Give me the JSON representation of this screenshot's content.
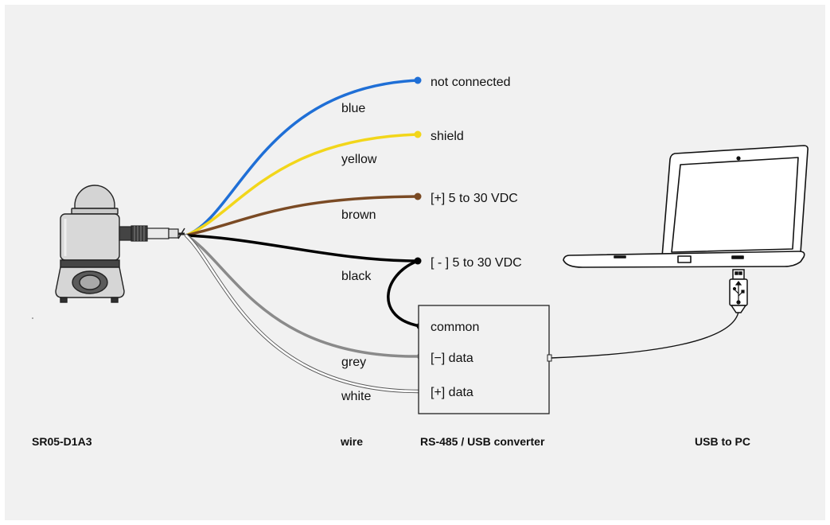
{
  "colors": {
    "background": "#f1f1f1",
    "blue": "#1f6fd6",
    "yellow": "#f2d61a",
    "brown": "#7a4a24",
    "black": "#000000",
    "grey": "#8a8a8a",
    "white": "#ffffff"
  },
  "wires": [
    {
      "name": "blue",
      "label": "blue",
      "terminal": "not connected"
    },
    {
      "name": "yellow",
      "label": "yellow",
      "terminal": "shield"
    },
    {
      "name": "brown",
      "label": "brown",
      "terminal": "[+] 5 to 30 VDC"
    },
    {
      "name": "black",
      "label": "black",
      "terminal": "[ - ] 5 to 30 VDC"
    },
    {
      "name": "grey",
      "label": "grey",
      "terminal": "[−] data"
    },
    {
      "name": "white",
      "label": "white",
      "terminal": "[+] data"
    }
  ],
  "converter": {
    "rows": [
      "common",
      "[−] data",
      "[+] data"
    ]
  },
  "captions": {
    "sensor": "SR05-D1A3",
    "wire": "wire",
    "converter": "RS-485 / USB converter",
    "pc": "USB to PC"
  },
  "icons": [
    "pyranometer-icon",
    "connector-icon",
    "laptop-icon",
    "usb-plug-icon",
    "usb-symbol-icon"
  ]
}
